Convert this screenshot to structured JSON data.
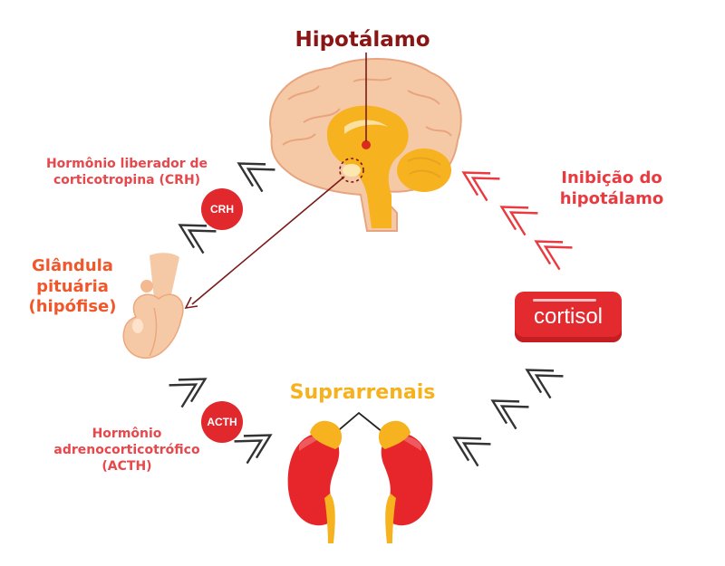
{
  "labels": {
    "hypothalamus": "Hipotálamo",
    "crh_line1": "Hormônio liberador de",
    "crh_line2": "corticotropina (CRH)",
    "pituitary_line1": "Glândula",
    "pituitary_line2": "pituária",
    "pituitary_line3": "(hipófise)",
    "acth_line1": "Hormônio",
    "acth_line2": "adrenocorticotrófico",
    "acth_line3": "(ACTH)",
    "adrenals": "Suprarrenais",
    "inhibition_line1": "Inibição do",
    "inhibition_line2": "hipotálamo"
  },
  "badges": {
    "crh": "CRH",
    "acth": "ACTH"
  },
  "pill": {
    "label": "cortisol"
  },
  "colors": {
    "hypothalamus_title": "#8b1414",
    "hormone_text": "#e8474b",
    "pituitary_text": "#f0582c",
    "adrenal_text": "#f6b11c",
    "inhibition": "#e93a40",
    "badge": "#e1282d",
    "brain": "#f6c9a6",
    "brain_inner": "#f7b21f",
    "kidney": "#e6262b",
    "chevron_dark": "#333333"
  },
  "icons": [
    "brain-icon",
    "pituitary-gland-icon",
    "kidney-icon",
    "chevron-icon"
  ]
}
